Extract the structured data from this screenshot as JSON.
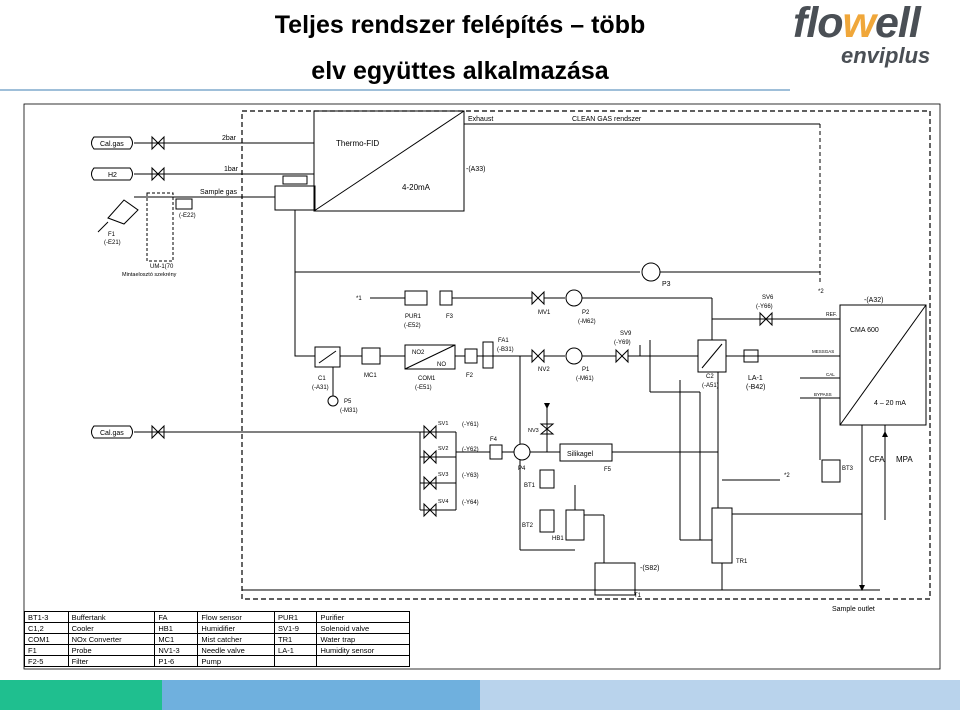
{
  "title": {
    "line1": "Teljes rendszer felépítés – több",
    "line2": "elv együttes alkalmazása"
  },
  "logo": {
    "main_prefix": "flo",
    "main_accent": "w",
    "main_suffix": "ell",
    "sub": "enviplus"
  },
  "colors": {
    "footer_green": "#1fbf8f",
    "footer_blue": "#6fb0de",
    "footer_light": "#b9d3ec",
    "logo_orange": "#f0a73a",
    "logo_gray": "#4a4f55"
  },
  "diagram": {
    "calgas_top": "Cal.gas",
    "h2": "H2",
    "calgas_bottom": "Cal.gas",
    "label_2bar": "2bar",
    "label_1bar": "1bar",
    "sample_gas": "Sample gas",
    "thermo_fid": "Thermo-FID",
    "fid_signal": "4-20mA",
    "a33": "-(A33)",
    "exhaust": "Exhaust",
    "clean_gas": "CLEAN GAS rendszer",
    "e22": "(-E22)",
    "f1_probe": "F1",
    "f1_code": "(-E21)",
    "um_box": "UM-1(70",
    "um_name": "Mintaelosztó szekrény",
    "p3": "P3",
    "star2_a": "*2",
    "star1": "*1",
    "pur1": "PUR1",
    "pur1_code": "(-E52)",
    "f3": "F3",
    "mv1": "MV1",
    "p2": "P2",
    "p2_code": "(-M62)",
    "sv6": "SV6",
    "sv6_code": "(-Y66)",
    "a32": "-(A32)",
    "ref": "REF.",
    "cma600": "CMA 600",
    "c1": "C1",
    "c1_code": "(-A31)",
    "mc1": "MC1",
    "no2": "NO2",
    "no": "NO",
    "com1": "COM1",
    "com1_code": "(-E51)",
    "f2": "F2",
    "fa1": "FA1",
    "fa1_code": "(-B31)",
    "nv2": "NV2",
    "p1": "P1",
    "p1_code": "(-M61)",
    "sv9": "SV9",
    "sv9_code": "(-Y69)",
    "c2": "C2",
    "c2_code": "(-A51)",
    "la1": "LA-1",
    "la1_code": "(-B42)",
    "messgas": "MESSGAS",
    "cal": "CAL",
    "bypass": "BYPASS",
    "cma_signal": "4 – 20 mA",
    "p5": "P5",
    "p5_code": "(-M31)",
    "sv1": "SV1",
    "sv1_code": "(-Y61)",
    "sv2": "SV2",
    "sv2_code": "(-Y62)",
    "sv3": "SV3",
    "sv3_code": "(-Y63)",
    "sv4": "SV4",
    "sv4_code": "(-Y64)",
    "f4": "F4",
    "nv3": "NV3",
    "p4": "P4",
    "silikagel": "Silikagel",
    "f5": "F5",
    "star2_b": "*2",
    "bt1": "BT1",
    "bt2": "BT2",
    "hb1": "HB1",
    "cfa": "CFA",
    "mpa": "MPA",
    "bt3": "BT3",
    "tr1": "TR1",
    "s82": "-(S82)",
    "t1": "T1",
    "sample_outlet": "Sample outlet"
  },
  "legend": {
    "rows": [
      [
        "BT1-3",
        "Buffertank",
        "FA",
        "Flow sensor",
        "PUR1",
        "Purifier"
      ],
      [
        "C1,2",
        "Cooler",
        "HB1",
        "Humidifier",
        "SV1-9",
        "Solenoid valve"
      ],
      [
        "COM1",
        "NOx Converter",
        "MC1",
        "Mist catcher",
        "TR1",
        "Water trap"
      ],
      [
        "F1",
        "Probe",
        "NV1-3",
        "Needle valve",
        "LA-1",
        "Humidity sensor"
      ],
      [
        "F2-5",
        "Filter",
        "P1-6",
        "Pump",
        "",
        ""
      ]
    ]
  }
}
